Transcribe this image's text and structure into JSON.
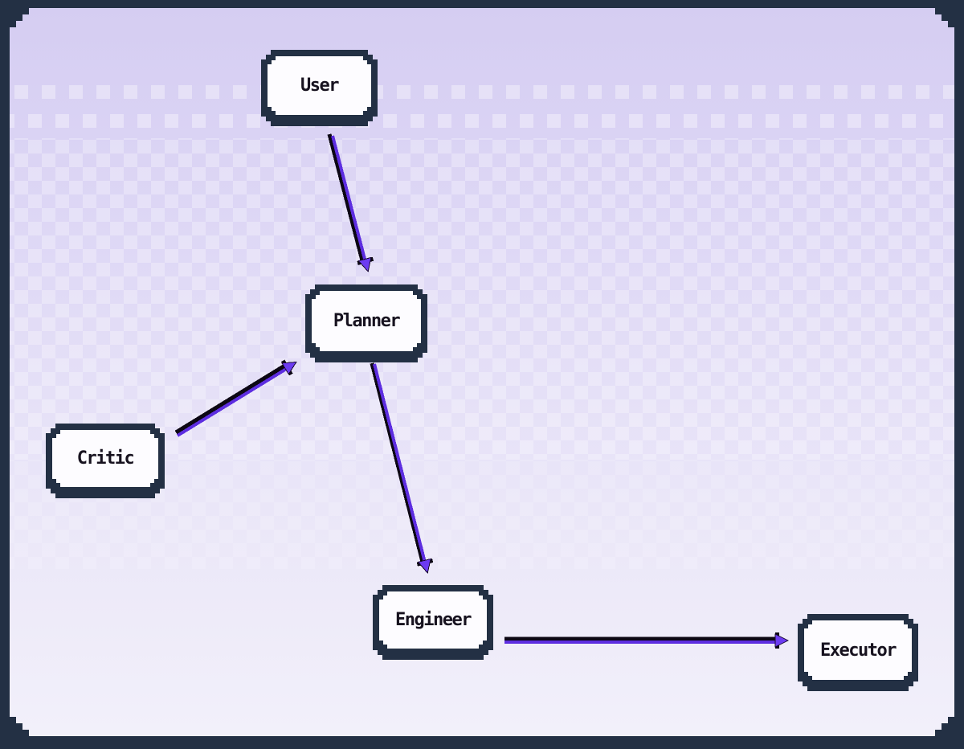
{
  "diagram": {
    "nodes": [
      {
        "id": "user",
        "label": "User"
      },
      {
        "id": "planner",
        "label": "Planner"
      },
      {
        "id": "critic",
        "label": "Critic"
      },
      {
        "id": "engineer",
        "label": "Engineer"
      },
      {
        "id": "executor",
        "label": "Executor"
      }
    ],
    "edges": [
      {
        "from": "User",
        "to": "Planner"
      },
      {
        "from": "Critic",
        "to": "Planner"
      },
      {
        "from": "Planner",
        "to": "Engineer"
      },
      {
        "from": "Engineer",
        "to": "Executor"
      }
    ],
    "colors": {
      "frame": "#233044",
      "node_border": "#233044",
      "node_fill": "#fdfcff",
      "arrow_black": "#0c0714",
      "arrow_purple": "#5d2de0",
      "arrowhead": "#6c3bf2",
      "bg_top": "#d5cdf2",
      "bg_bottom": "#f2f0fa",
      "text": "#17121f"
    }
  }
}
